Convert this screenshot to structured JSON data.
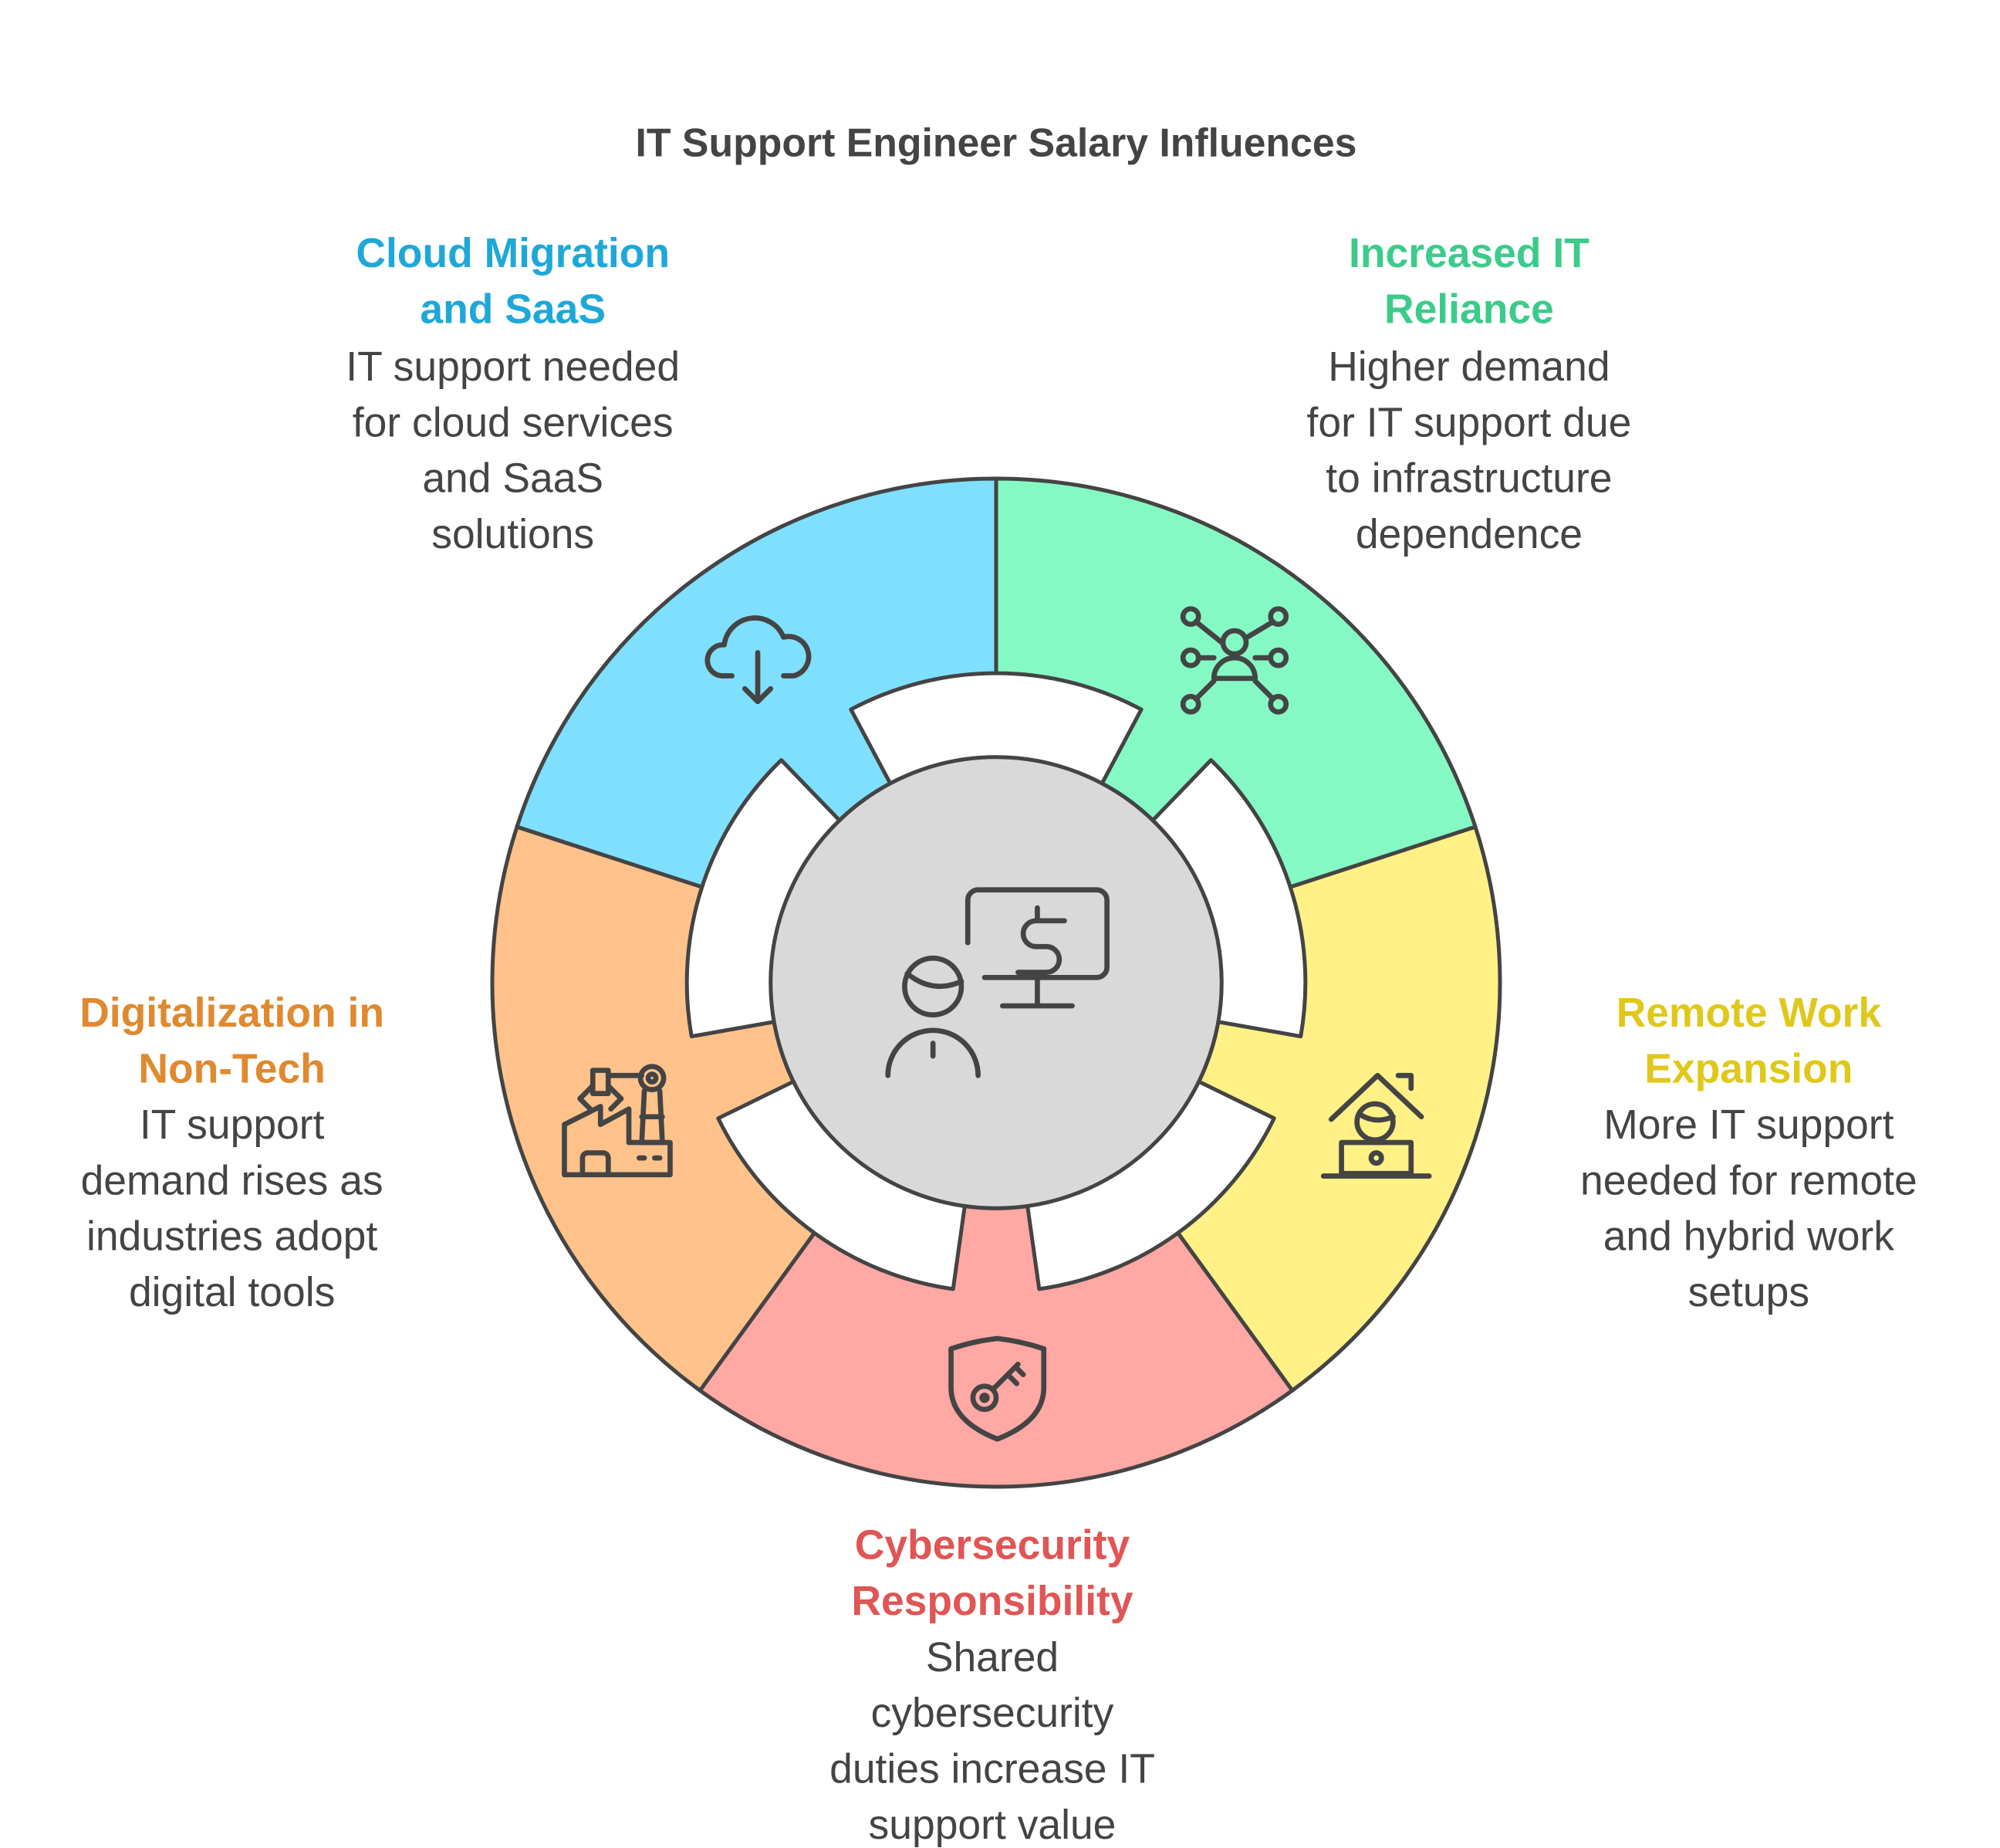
{
  "title": "IT Support Engineer Salary Influences",
  "center_icon": "person-monitor-dollar-icon",
  "center_color": "#d9d9d9",
  "segments": [
    {
      "key": "cloud",
      "heading": [
        "Cloud Migration",
        "and SaaS"
      ],
      "description": [
        "IT support needed",
        "for cloud services",
        "and SaaS",
        "solutions"
      ],
      "fill": "#7fdfff",
      "text_color": "#1ea8d8",
      "icon": "cloud-download-icon"
    },
    {
      "key": "reliance",
      "heading": [
        "Increased IT",
        "Reliance"
      ],
      "description": [
        "Higher demand",
        "for IT support due",
        "to infrastructure",
        "dependence"
      ],
      "fill": "#84f9c4",
      "text_color": "#3ccb8a",
      "icon": "network-person-icon"
    },
    {
      "key": "remote",
      "heading": [
        "Remote Work",
        "Expansion"
      ],
      "description": [
        "More IT support",
        "needed for remote",
        "and hybrid work",
        "setups"
      ],
      "fill": "#fff186",
      "text_color": "#e0c81a",
      "icon": "home-laptop-icon"
    },
    {
      "key": "cyber",
      "heading": [
        "Cybersecurity",
        "Responsibility"
      ],
      "description": [
        "Shared",
        "cybersecurity",
        "duties increase IT",
        "support value"
      ],
      "fill": "#ffa8a4",
      "text_color": "#e05555",
      "icon": "shield-key-icon"
    },
    {
      "key": "digital",
      "heading": [
        "Digitalization in",
        "Non-Tech"
      ],
      "description": [
        "IT support",
        "demand rises as",
        "industries adopt",
        "digital tools"
      ],
      "fill": "#ffc28a",
      "text_color": "#e0892e",
      "icon": "factory-robot-icon"
    }
  ]
}
